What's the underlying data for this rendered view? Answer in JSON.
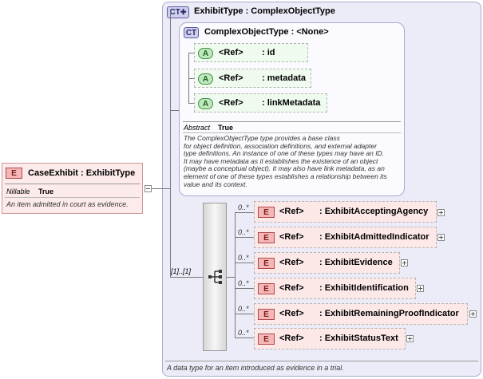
{
  "root_element": {
    "badge": "E",
    "name": "CaseExhibit : ExhibitType",
    "property_label": "Nillable",
    "property_value": "True",
    "description": "An item admitted in court as evidence."
  },
  "outer_type": {
    "badge": "CT",
    "name": "ExhibitType : ComplexObjectType",
    "description": "A data type for an item introduced as evidence in a trial."
  },
  "base_type": {
    "badge": "CT",
    "name": "ComplexObjectType : <None>",
    "attributes": [
      {
        "badge": "A",
        "ref": "<Ref>",
        "name": ": id"
      },
      {
        "badge": "A",
        "ref": "<Ref>",
        "name": ": metadata"
      },
      {
        "badge": "A",
        "ref": "<Ref>",
        "name": ": linkMetadata"
      }
    ],
    "property_label": "Abstract",
    "property_value": "True",
    "description_lines": [
      "The ComplexObjectType type provides a base class",
      "for object definition, association definitions, and external adapter",
      "type definitions. An instance of one of these types may have an ID.",
      "It may have metadata as it establishes the existence of an object",
      "(maybe a conceptual object). It may also have link metadata, as an",
      "element of one of these types establishes a relationship between its",
      "value and its context."
    ]
  },
  "sequence": {
    "multiplicity": "[1]..[1]",
    "children": [
      {
        "badge": "E",
        "ref": "<Ref>",
        "name": ": ExhibitAcceptingAgency",
        "occurrence": "0..*"
      },
      {
        "badge": "E",
        "ref": "<Ref>",
        "name": ": ExhibitAdmittedIndicator",
        "occurrence": "0..*"
      },
      {
        "badge": "E",
        "ref": "<Ref>",
        "name": ": ExhibitEvidence",
        "occurrence": "0..*"
      },
      {
        "badge": "E",
        "ref": "<Ref>",
        "name": ": ExhibitIdentification",
        "occurrence": "0..*"
      },
      {
        "badge": "E",
        "ref": "<Ref>",
        "name": ": ExhibitRemainingProofIndicator",
        "occurrence": "0..*"
      },
      {
        "badge": "E",
        "ref": "<Ref>",
        "name": ": ExhibitStatusText",
        "occurrence": "0..*"
      }
    ]
  }
}
